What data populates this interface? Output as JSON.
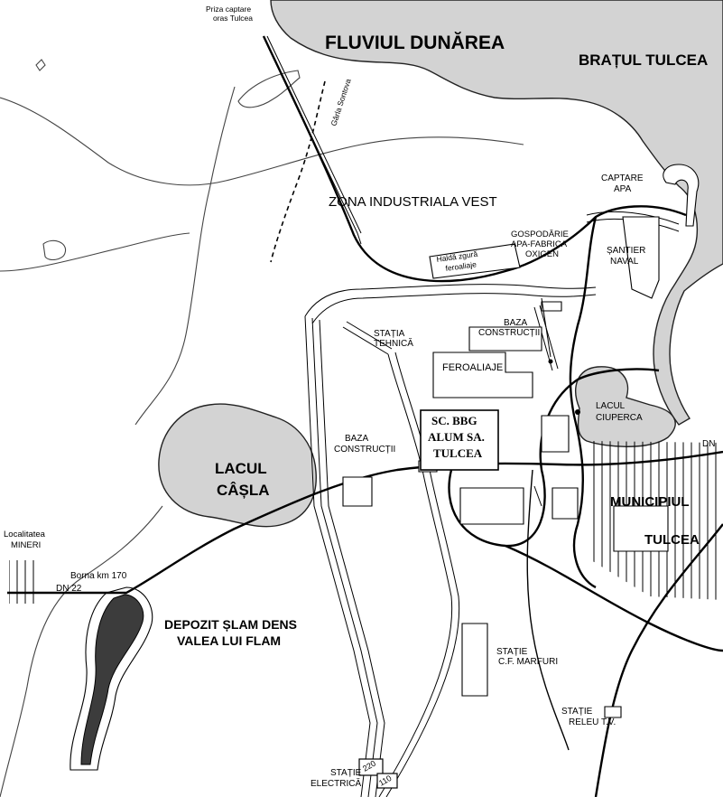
{
  "labels": {
    "river_name": "FLUVIUL DUNĂREA",
    "branch_name": "BRAȚUL TULCEA",
    "priza_l1": "Priza captare",
    "priza_l2": "oras Tulcea",
    "garla": "Gârla Sontova",
    "zona": "ZONA  INDUSTRIALA VEST",
    "captare_l1": "CAPTARE",
    "captare_l2": "APA",
    "gospodarie_l1": "GOSPODĂRIE",
    "gospodarie_l2": "APA-FABRICA",
    "gospodarie_l3": "OXIGEN",
    "santier_l1": "ȘANTIER",
    "santier_l2": "NAVAL",
    "halda_l1": "Haldă zgură",
    "halda_l2": "feroaliaje",
    "statia_l1": "STAȚIA",
    "statia_l2": "TEHNICĂ",
    "baza1_l1": "BAZA",
    "baza1_l2": "CONSTRUCȚII",
    "feroaliaje": "FEROALIAJE",
    "lacul_ciuperca_l1": "LACUL",
    "lacul_ciuperca_l2": "CIUPERCA",
    "dn_right": "DN",
    "sc_l1": "SC. BBG",
    "sc_l2": "ALUM SA.",
    "sc_l3": "TULCEA",
    "baza2_l1": "BAZA",
    "baza2_l2": "CONSTRUCȚII",
    "lacul_casla_l1": "LACUL",
    "lacul_casla_l2": "CÂȘLA",
    "municipiul_l1": "MUNICIPIUL",
    "municipiul_l2": "TULCEA",
    "localitatea_l1": "Localitatea",
    "localitatea_l2": "MINERI",
    "borna": "Borna  km 170",
    "dn22": "DN 22",
    "depozit_l1": "DEPOZIT ȘLAM DENS",
    "depozit_l2": "VALEA LUI FLAM",
    "marfuri_l1": "STAȚIE",
    "marfuri_l2": "C.F. MARFURI",
    "releu_l1": "STAȚIE",
    "releu_l2": "RELEU  T.V.",
    "electrica_l1": "STAȚIE",
    "electrica_l2": "ELECTRICĂ",
    "kv220": "220",
    "kv110": "110"
  }
}
